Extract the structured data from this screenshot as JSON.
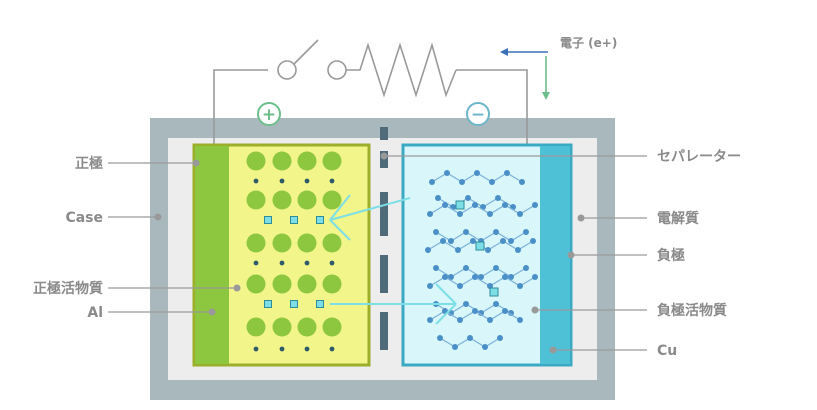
{
  "labels": {
    "electron": "電子 (e+)",
    "positive_electrode": "正極",
    "case": "Case",
    "positive_active_material": "正極活物質",
    "aluminum": "Al",
    "separator": "セパレーター",
    "electrolyte": "電解質",
    "negative_electrode": "負極",
    "negative_active_material": "負極活物質",
    "copper": "Cu"
  },
  "terminals": {
    "positive_symbol": "+",
    "negative_symbol": "−"
  },
  "colors": {
    "case": "#a9b8bc",
    "electrolyte": "#ededed",
    "positive_collector": "#8dc63f",
    "positive_material": "#f2f58a",
    "positive_border": "#9cae2a",
    "positive_particle": "#8dc63f",
    "negative_material": "#d9f6fb",
    "negative_border": "#3aa9c2",
    "negative_collector": "#4fc1d7",
    "graphite_node": "#4a8fc8",
    "ion": "#7ddfe6",
    "separator": "#4f6a78",
    "terminal_plus": "#6cbf8a",
    "terminal_minus": "#6bb6c9",
    "electron_arrow": "#3b6fb6",
    "arrow_down": "#6cbf8a"
  }
}
